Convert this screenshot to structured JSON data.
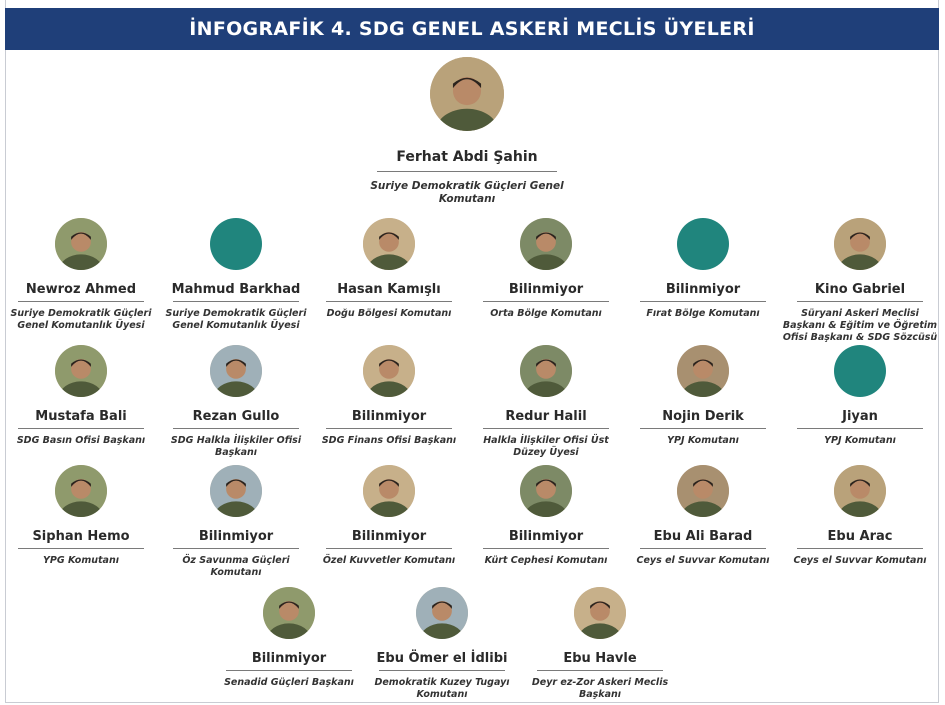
{
  "title": "İNFOGRAFİK 4. SDG GENEL ASKERİ MECLİS ÜYELERİ",
  "leader": {
    "name": "Ferhat Abdi Şahin",
    "role": "Suriye Demokratik Güçleri Genel Komutanı"
  },
  "members": [
    {
      "name": "Newroz Ahmed",
      "role": "Suriye Demokratik Güçleri Genel Komutanlık Üyesi",
      "photo": true
    },
    {
      "name": "Mahmud Barkhad",
      "role": "Suriye Demokratik Güçleri Genel Komutanlık Üyesi",
      "photo": false
    },
    {
      "name": "Hasan Kamışlı",
      "role": "Doğu Bölgesi Komutanı",
      "photo": true
    },
    {
      "name": "Bilinmiyor",
      "role": "Orta Bölge Komutanı",
      "photo": true
    },
    {
      "name": "Bilinmiyor",
      "role": "Fırat Bölge Komutanı",
      "photo": false
    },
    {
      "name": "Kino Gabriel",
      "role": "Süryani Askeri Meclisi Başkanı & Eğitim ve Öğretim Ofisi Başkanı & SDG Sözcüsü",
      "photo": true
    },
    {
      "name": "Mustafa Bali",
      "role": "SDG Basın Ofisi Başkanı",
      "photo": true
    },
    {
      "name": "Rezan Gullo",
      "role": "SDG Halkla İlişkiler Ofisi Başkanı",
      "photo": true
    },
    {
      "name": "Bilinmiyor",
      "role": "SDG Finans Ofisi Başkanı",
      "photo": true
    },
    {
      "name": "Redur Halil",
      "role": "Halkla İlişkiler Ofisi Üst Düzey Üyesi",
      "photo": true
    },
    {
      "name": "Nojin Derik",
      "role": "YPJ Komutanı",
      "photo": true
    },
    {
      "name": "Jiyan",
      "role": "YPJ Komutanı",
      "photo": false
    },
    {
      "name": "Siphan Hemo",
      "role": "YPG Komutanı",
      "photo": true
    },
    {
      "name": "Bilinmiyor",
      "role": "Öz Savunma Güçleri Komutanı",
      "photo": true
    },
    {
      "name": "Bilinmiyor",
      "role": "Özel Kuvvetler Komutanı",
      "photo": true
    },
    {
      "name": "Bilinmiyor",
      "role": "Kürt Cephesi Komutanı",
      "photo": true
    },
    {
      "name": "Ebu Ali Barad",
      "role": "Ceys el Suvvar Komutanı",
      "photo": true
    },
    {
      "name": "Ebu Arac",
      "role": "Ceys el Suvvar Komutanı",
      "photo": true
    },
    {
      "name": "Bilinmiyor",
      "role": "Senadid Güçleri Başkanı",
      "photo": true
    },
    {
      "name": "Ebu Ömer el İdlibi",
      "role": "Demokratik Kuzey Tugayı Komutanı",
      "photo": true
    },
    {
      "name": "Ebu Havle",
      "role": "Deyr ez-Zor Askeri Meclis Başkanı",
      "photo": true
    }
  ]
}
